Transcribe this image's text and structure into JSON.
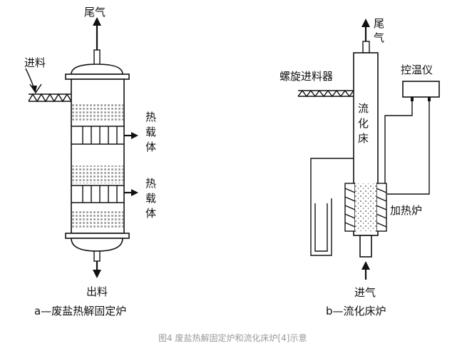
{
  "figure_a": {
    "exhaust": "尾气",
    "feed": "进料",
    "heat_carrier_1": [
      "热",
      "载",
      "体"
    ],
    "heat_carrier_2": [
      "热",
      "载",
      "体"
    ],
    "discharge": "出料",
    "caption": "a—废盐热解固定炉"
  },
  "figure_b": {
    "exhaust": [
      "尾",
      "气"
    ],
    "screw_feeder": "螺旋进料器",
    "bed_label": [
      "流",
      "化",
      "床"
    ],
    "temp_controller": "控温仪",
    "heating_furnace": "加热炉",
    "inlet_gas": "进气",
    "caption": "b—流化床炉"
  },
  "figure_caption": "图4 废盐热解固定炉和流化床炉[4]示意",
  "colors": {
    "ink": "#111111",
    "caption_gray": "#9a9a9a",
    "packing": "#cfcfcf"
  }
}
